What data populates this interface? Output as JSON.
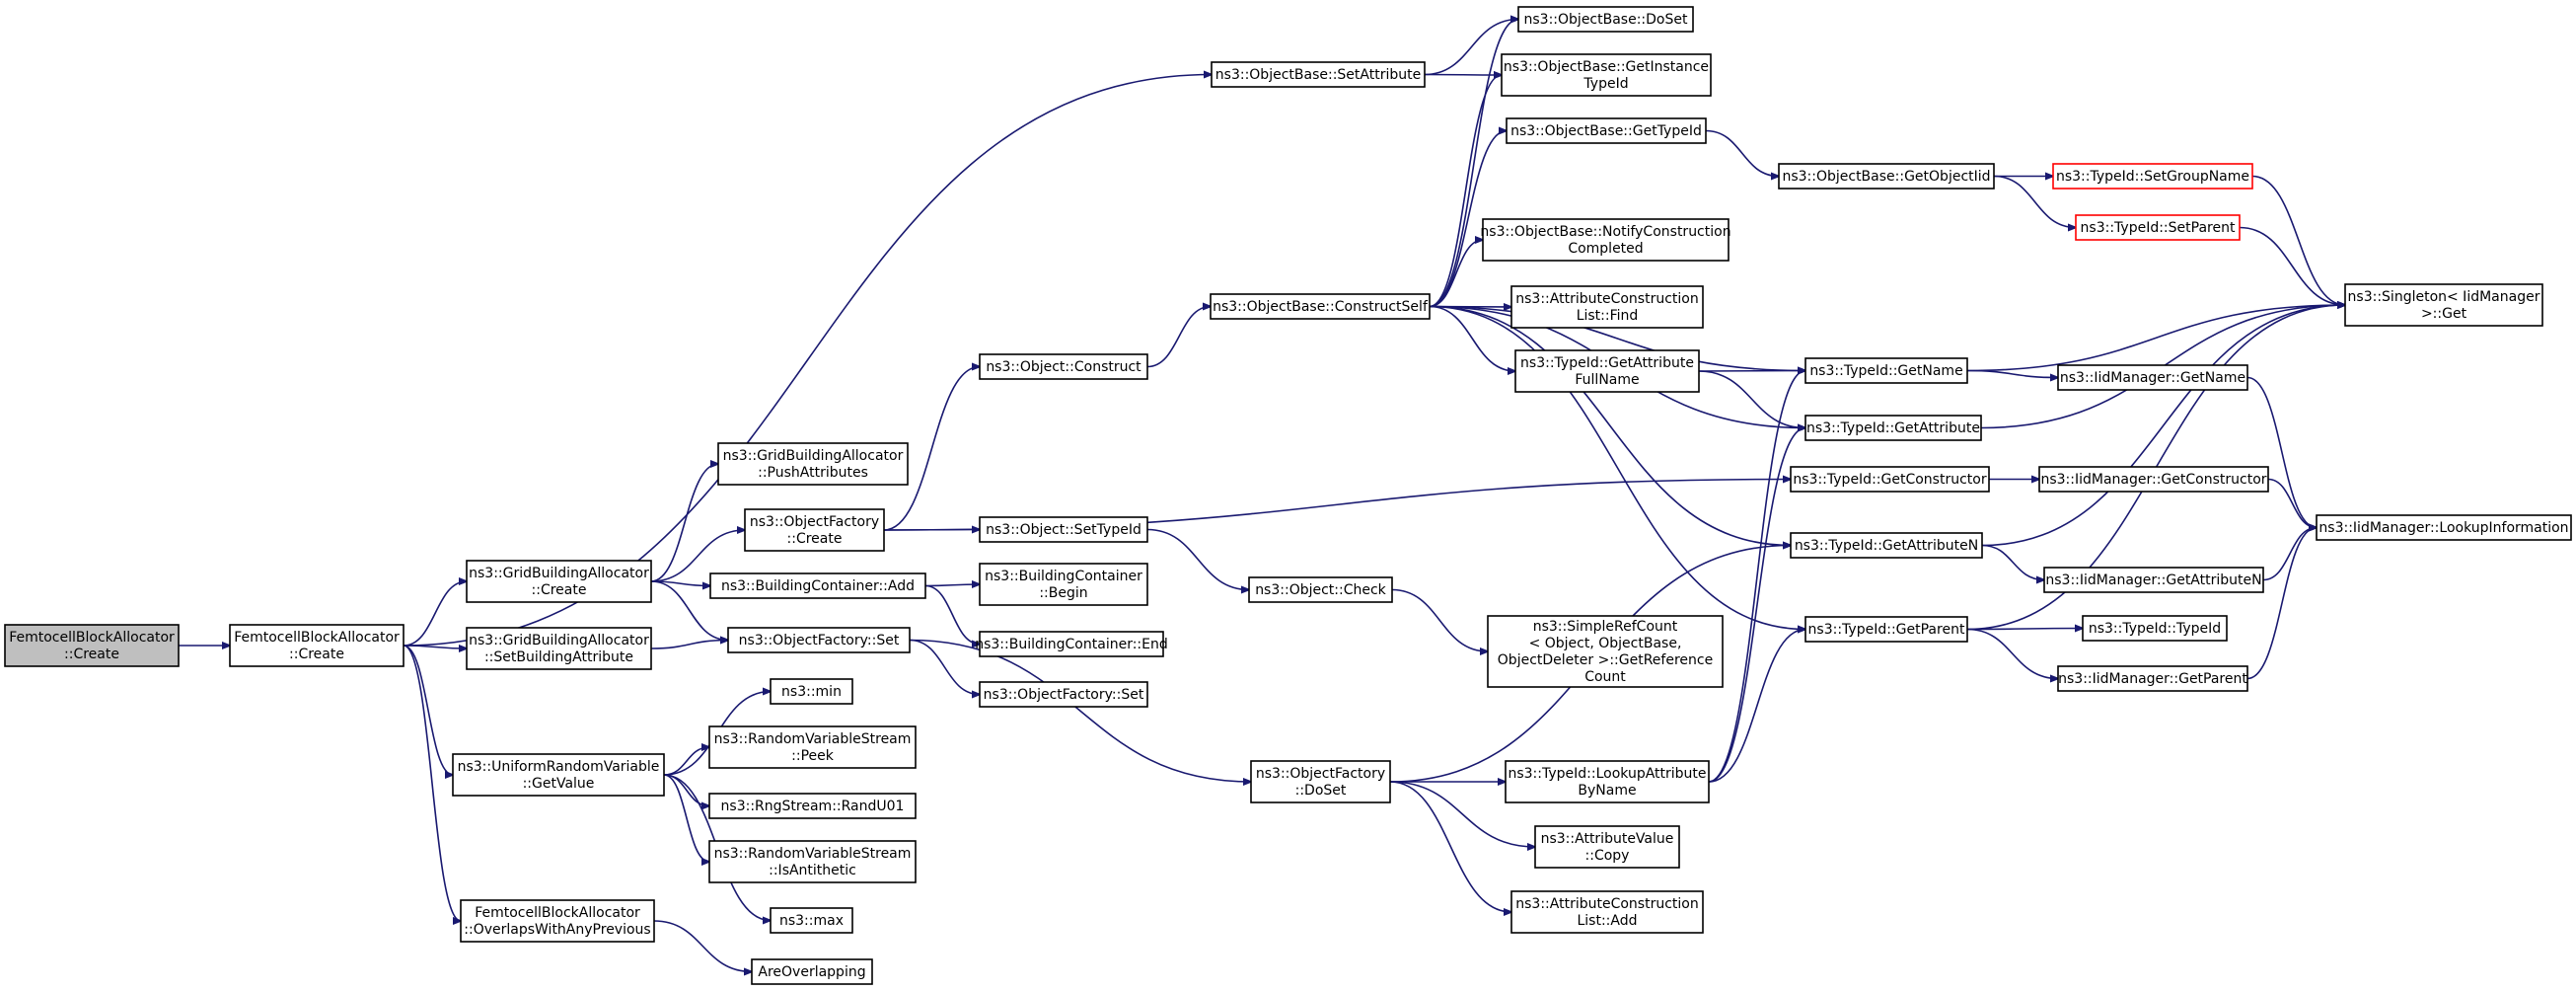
{
  "colors": {
    "edge": "#191970",
    "root_fill": "#bfbfbf",
    "node_stroke": "#000000",
    "node_fill": "#ffffff",
    "red_stroke": "#ff0000"
  },
  "nodes": [
    {
      "id": "n_root",
      "lines": [
        "FemtocellBlockAllocator",
        "::Create"
      ],
      "style": "root"
    },
    {
      "id": "n_fba_create",
      "lines": [
        "FemtocellBlockAllocator",
        "::Create"
      ]
    },
    {
      "id": "n_gba_create",
      "lines": [
        "ns3::GridBuildingAllocator",
        "::Create"
      ]
    },
    {
      "id": "n_gba_setattr",
      "lines": [
        "ns3::GridBuildingAllocator",
        "::SetBuildingAttribute"
      ]
    },
    {
      "id": "n_urv_getvalue",
      "lines": [
        "ns3::UniformRandomVariable",
        "::GetValue"
      ]
    },
    {
      "id": "n_fba_overlaps",
      "lines": [
        "FemtocellBlockAllocator",
        "::OverlapsWithAnyPrevious"
      ]
    },
    {
      "id": "n_gba_push",
      "lines": [
        "ns3::GridBuildingAllocator",
        "::PushAttributes"
      ]
    },
    {
      "id": "n_of_create",
      "lines": [
        "ns3::ObjectFactory",
        "::Create"
      ]
    },
    {
      "id": "n_bc_add",
      "lines": [
        "ns3::BuildingContainer::Add"
      ]
    },
    {
      "id": "n_of_set",
      "lines": [
        "ns3::ObjectFactory::Set"
      ]
    },
    {
      "id": "n_min",
      "lines": [
        "ns3::min"
      ]
    },
    {
      "id": "n_rvs_peek",
      "lines": [
        "ns3::RandomVariableStream",
        "::Peek"
      ]
    },
    {
      "id": "n_rng_randu01",
      "lines": [
        "ns3::RngStream::RandU01"
      ]
    },
    {
      "id": "n_rvs_isanti",
      "lines": [
        "ns3::RandomVariableStream",
        "::IsAntithetic"
      ]
    },
    {
      "id": "n_max",
      "lines": [
        "ns3::max"
      ]
    },
    {
      "id": "n_areoverlapping",
      "lines": [
        "AreOverlapping"
      ]
    },
    {
      "id": "n_obj_construct",
      "lines": [
        "ns3::Object::Construct"
      ]
    },
    {
      "id": "n_obj_settypeid",
      "lines": [
        "ns3::Object::SetTypeId"
      ]
    },
    {
      "id": "n_bc_begin",
      "lines": [
        "ns3::BuildingContainer",
        "::Begin"
      ]
    },
    {
      "id": "n_bc_end",
      "lines": [
        "ns3::BuildingContainer::End"
      ]
    },
    {
      "id": "n_of_set2",
      "lines": [
        "ns3::ObjectFactory::Set"
      ]
    },
    {
      "id": "n_ob_setattr",
      "lines": [
        "ns3::ObjectBase::SetAttribute"
      ]
    },
    {
      "id": "n_ob_constructself",
      "lines": [
        "ns3::ObjectBase::ConstructSelf"
      ]
    },
    {
      "id": "n_obj_check",
      "lines": [
        "ns3::Object::Check"
      ]
    },
    {
      "id": "n_of_doset",
      "lines": [
        "ns3::ObjectFactory",
        "::DoSet"
      ]
    },
    {
      "id": "n_ob_doset",
      "lines": [
        "ns3::ObjectBase::DoSet"
      ]
    },
    {
      "id": "n_ob_getinstance",
      "lines": [
        "ns3::ObjectBase::GetInstance",
        "TypeId"
      ]
    },
    {
      "id": "n_ob_gettypeid",
      "lines": [
        "ns3::ObjectBase::GetTypeId"
      ]
    },
    {
      "id": "n_ob_notify",
      "lines": [
        "ns3::ObjectBase::NotifyConstruction",
        "Completed"
      ]
    },
    {
      "id": "n_acl_find",
      "lines": [
        "ns3::AttributeConstruction",
        "List::Find"
      ]
    },
    {
      "id": "n_tid_getattrfull",
      "lines": [
        "ns3::TypeId::GetAttribute",
        "FullName"
      ]
    },
    {
      "id": "n_srefcount",
      "lines": [
        "ns3::SimpleRefCount",
        "< Object, ObjectBase,",
        "ObjectDeleter >::GetReference",
        "Count"
      ]
    },
    {
      "id": "n_tid_lookupattr",
      "lines": [
        "ns3::TypeId::LookupAttribute",
        "ByName"
      ]
    },
    {
      "id": "n_av_copy",
      "lines": [
        "ns3::AttributeValue",
        "::Copy"
      ]
    },
    {
      "id": "n_acl_add",
      "lines": [
        "ns3::AttributeConstruction",
        "List::Add"
      ]
    },
    {
      "id": "n_ob_getobjectiid",
      "lines": [
        "ns3::ObjectBase::GetObjectIid"
      ]
    },
    {
      "id": "n_tid_getname",
      "lines": [
        "ns3::TypeId::GetName"
      ]
    },
    {
      "id": "n_tid_getattribute",
      "lines": [
        "ns3::TypeId::GetAttribute"
      ]
    },
    {
      "id": "n_tid_getconstructor",
      "lines": [
        "ns3::TypeId::GetConstructor"
      ]
    },
    {
      "id": "n_tid_getattributen",
      "lines": [
        "ns3::TypeId::GetAttributeN"
      ]
    },
    {
      "id": "n_tid_getparent",
      "lines": [
        "ns3::TypeId::GetParent"
      ]
    },
    {
      "id": "n_tid_setgroupname",
      "lines": [
        "ns3::TypeId::SetGroupName"
      ],
      "style": "red"
    },
    {
      "id": "n_tid_setparent",
      "lines": [
        "ns3::TypeId::SetParent"
      ],
      "style": "red"
    },
    {
      "id": "n_iid_getname",
      "lines": [
        "ns3::IidManager::GetName"
      ]
    },
    {
      "id": "n_iid_getconstructor",
      "lines": [
        "ns3::IidManager::GetConstructor"
      ]
    },
    {
      "id": "n_iid_getattributen",
      "lines": [
        "ns3::IidManager::GetAttributeN"
      ]
    },
    {
      "id": "n_tid_typeid",
      "lines": [
        "ns3::TypeId::TypeId"
      ]
    },
    {
      "id": "n_iid_getparent",
      "lines": [
        "ns3::IidManager::GetParent"
      ]
    },
    {
      "id": "n_singleton_get",
      "lines": [
        "ns3::Singleton< IidManager",
        " >::Get"
      ]
    },
    {
      "id": "n_iid_lookupinfo",
      "lines": [
        "ns3::IidManager::LookupInformation"
      ]
    }
  ],
  "edges": [
    [
      "n_root",
      "n_fba_create"
    ],
    [
      "n_fba_create",
      "n_gba_create"
    ],
    [
      "n_fba_create",
      "n_gba_setattr"
    ],
    [
      "n_fba_create",
      "n_urv_getvalue"
    ],
    [
      "n_fba_create",
      "n_fba_overlaps"
    ],
    [
      "n_fba_create",
      "n_ob_setattr"
    ],
    [
      "n_gba_create",
      "n_gba_push"
    ],
    [
      "n_gba_create",
      "n_of_create"
    ],
    [
      "n_gba_create",
      "n_bc_add"
    ],
    [
      "n_gba_create",
      "n_of_set"
    ],
    [
      "n_gba_setattr",
      "n_of_set"
    ],
    [
      "n_urv_getvalue",
      "n_min"
    ],
    [
      "n_urv_getvalue",
      "n_rvs_peek"
    ],
    [
      "n_urv_getvalue",
      "n_rng_randu01"
    ],
    [
      "n_urv_getvalue",
      "n_rvs_isanti"
    ],
    [
      "n_urv_getvalue",
      "n_max"
    ],
    [
      "n_fba_overlaps",
      "n_areoverlapping"
    ],
    [
      "n_of_create",
      "n_obj_construct"
    ],
    [
      "n_of_create",
      "n_obj_settypeid"
    ],
    [
      "n_of_create",
      "n_tid_getconstructor"
    ],
    [
      "n_bc_add",
      "n_bc_begin"
    ],
    [
      "n_bc_add",
      "n_bc_end"
    ],
    [
      "n_of_set",
      "n_of_set2"
    ],
    [
      "n_of_set",
      "n_of_doset"
    ],
    [
      "n_obj_construct",
      "n_ob_constructself"
    ],
    [
      "n_obj_settypeid",
      "n_obj_check"
    ],
    [
      "n_obj_check",
      "n_srefcount"
    ],
    [
      "n_ob_setattr",
      "n_ob_doset"
    ],
    [
      "n_ob_setattr",
      "n_ob_getinstance"
    ],
    [
      "n_ob_constructself",
      "n_ob_doset"
    ],
    [
      "n_ob_constructself",
      "n_ob_getinstance"
    ],
    [
      "n_ob_constructself",
      "n_ob_gettypeid"
    ],
    [
      "n_ob_constructself",
      "n_ob_notify"
    ],
    [
      "n_ob_constructself",
      "n_acl_find"
    ],
    [
      "n_ob_constructself",
      "n_tid_getattrfull"
    ],
    [
      "n_ob_constructself",
      "n_tid_getname"
    ],
    [
      "n_ob_constructself",
      "n_tid_getattribute"
    ],
    [
      "n_ob_constructself",
      "n_tid_getattributen"
    ],
    [
      "n_ob_constructself",
      "n_tid_getparent"
    ],
    [
      "n_of_doset",
      "n_tid_lookupattr"
    ],
    [
      "n_of_doset",
      "n_av_copy"
    ],
    [
      "n_of_doset",
      "n_acl_add"
    ],
    [
      "n_of_doset",
      "n_tid_getattributen"
    ],
    [
      "n_ob_gettypeid",
      "n_ob_getobjectiid"
    ],
    [
      "n_tid_getattrfull",
      "n_tid_getname"
    ],
    [
      "n_tid_getattrfull",
      "n_tid_getattribute"
    ],
    [
      "n_tid_lookupattr",
      "n_tid_getname"
    ],
    [
      "n_tid_lookupattr",
      "n_tid_getattribute"
    ],
    [
      "n_tid_lookupattr",
      "n_tid_getparent"
    ],
    [
      "n_ob_getobjectiid",
      "n_tid_setgroupname"
    ],
    [
      "n_ob_getobjectiid",
      "n_tid_setparent"
    ],
    [
      "n_tid_getname",
      "n_iid_getname"
    ],
    [
      "n_tid_getname",
      "n_singleton_get"
    ],
    [
      "n_tid_getattribute",
      "n_singleton_get"
    ],
    [
      "n_tid_getconstructor",
      "n_iid_getconstructor"
    ],
    [
      "n_tid_getattributen",
      "n_iid_getattributen"
    ],
    [
      "n_tid_getattributen",
      "n_singleton_get"
    ],
    [
      "n_tid_getparent",
      "n_tid_typeid"
    ],
    [
      "n_tid_getparent",
      "n_iid_getparent"
    ],
    [
      "n_tid_getparent",
      "n_singleton_get"
    ],
    [
      "n_tid_setgroupname",
      "n_singleton_get"
    ],
    [
      "n_tid_setparent",
      "n_singleton_get"
    ],
    [
      "n_iid_getname",
      "n_iid_lookupinfo"
    ],
    [
      "n_iid_getconstructor",
      "n_iid_lookupinfo"
    ],
    [
      "n_iid_getattributen",
      "n_iid_lookupinfo"
    ],
    [
      "n_iid_getparent",
      "n_iid_lookupinfo"
    ]
  ]
}
